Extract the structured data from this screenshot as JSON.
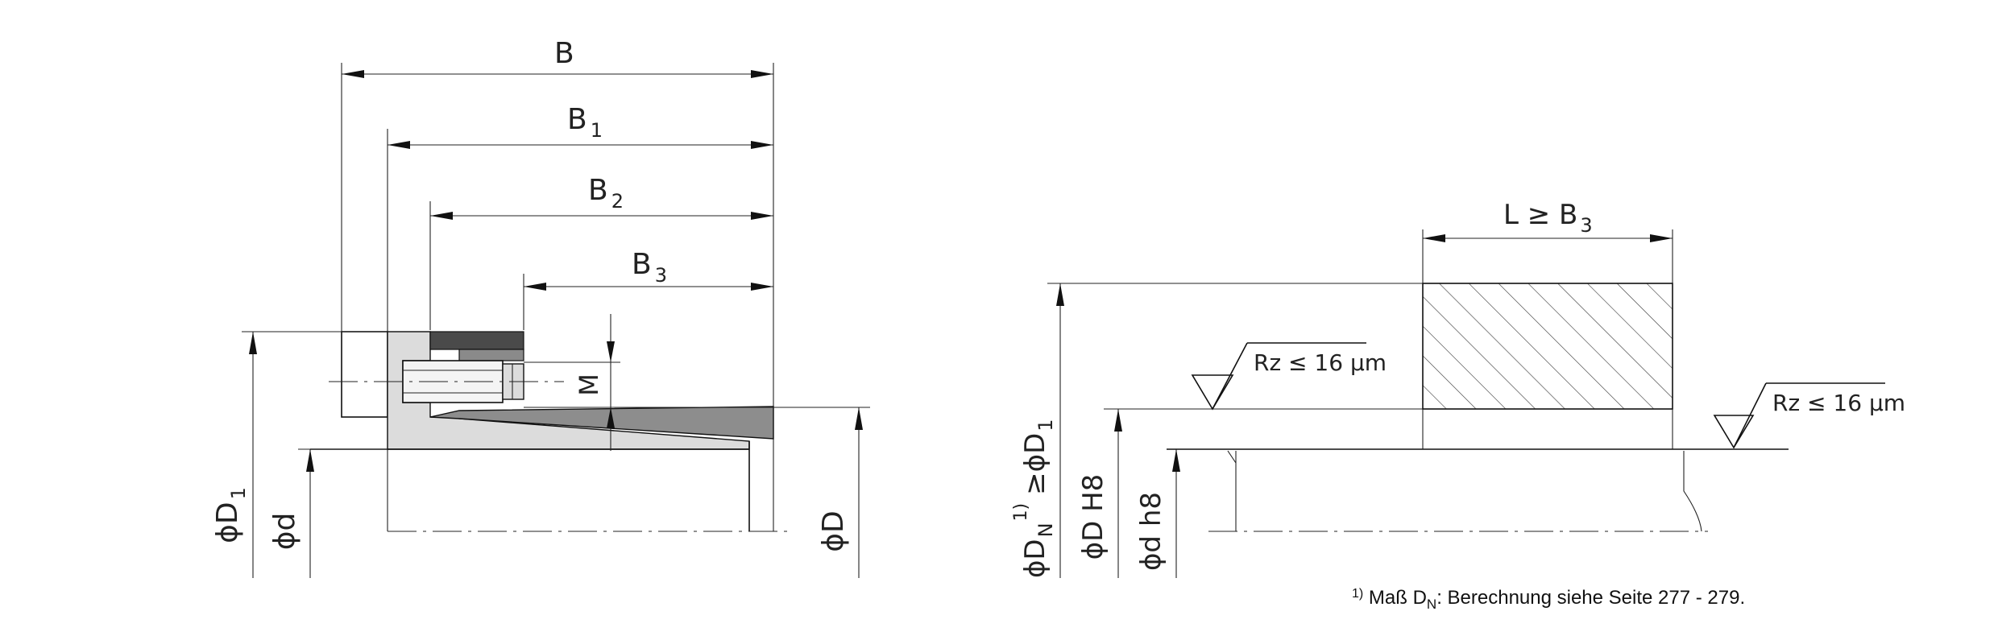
{
  "left_drawing": {
    "dimensions": {
      "B": {
        "main": "B",
        "sub": ""
      },
      "B1": {
        "main": "B",
        "sub": "1"
      },
      "B2": {
        "main": "B",
        "sub": "2"
      },
      "B3": {
        "main": "B",
        "sub": "3"
      },
      "M": "M",
      "phi_D1": {
        "main": "ϕD",
        "sub": "1"
      },
      "phi_d": "ϕd",
      "phi_D": "ϕD"
    }
  },
  "right_drawing": {
    "dimensions": {
      "L_ge_B3": {
        "prefix": "L  ≥  B",
        "sub": "3"
      },
      "phi_DN": {
        "main": "ϕD",
        "sub": "N",
        "sup": "1)",
        "suffix": "≥ϕD",
        "suffix_sub": "1"
      },
      "phi_D_H8": "ϕD H8",
      "phi_d_h8": "ϕd h8"
    },
    "surface_finish_1": "Rz ≤ 16 µm",
    "surface_finish_2": "Rz ≤ 16 µm"
  },
  "footnote": {
    "marker": "1)",
    "text_before": " Maß D",
    "subscript": "N",
    "text_after": ": Berechnung siehe Seite 277 - 279."
  }
}
